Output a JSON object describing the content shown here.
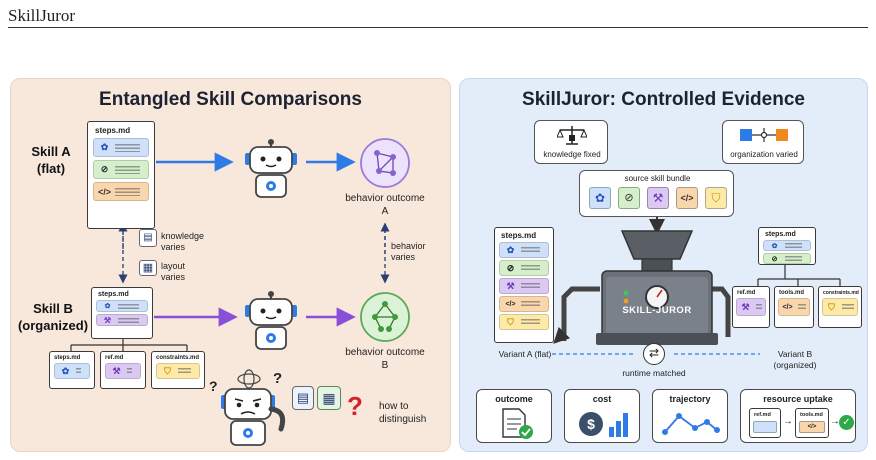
{
  "header": {
    "title": "SkillJuror"
  },
  "left_panel": {
    "title": "Entangled Skill Comparisons",
    "skill_a_label": "Skill A",
    "skill_a_sub": "(flat)",
    "skill_b_label": "Skill B",
    "skill_b_sub": "(organized)",
    "steps_doc_a": "steps.md",
    "steps_doc_b": "steps.md",
    "sub_doc_1": "steps.md",
    "sub_doc_2": "ref.md",
    "sub_doc_3": "constraints.md",
    "knowledge_varies": "knowledge varies",
    "layout_varies": "layout varies",
    "behavior_varies": "behavior varies",
    "outcome_a": "behavior outcome A",
    "outcome_b": "behavior outcome B",
    "question_mark": "?",
    "how_to_distinguish": "how to distinguish"
  },
  "right_panel": {
    "title": "SkillJuror: Controlled Evidence",
    "knowledge_fixed": "knowledge fixed",
    "organization_varied": "organization varied",
    "source_bundle": "source skill bundle",
    "machine_label": "SKILL-JUROR",
    "variant_a_doc": "steps.md",
    "variant_b_doc": "steps.md",
    "variant_b_sub_1": "ref.md",
    "variant_b_sub_2": "tools.md",
    "variant_b_sub_3": "constraints.md",
    "variant_a_label": "Variant A (flat)",
    "variant_b_label": "Variant B (organized)",
    "runtime_matched": "runtime matched",
    "metrics": [
      {
        "label": "outcome",
        "icon": "document-check-icon"
      },
      {
        "label": "cost",
        "icon": "dollar-bars-icon"
      },
      {
        "label": "trajectory",
        "icon": "trajectory-icon"
      },
      {
        "label": "resource uptake",
        "icon": "resource-flow-icon"
      }
    ],
    "uptake_ref": "ref.md",
    "uptake_tools": "tools.md"
  },
  "colors": {
    "left_bg": "#f8e8dc",
    "right_bg": "#e3edf9",
    "arrow_blue": "#2f7be6",
    "arrow_purple": "#8a4fd8",
    "outcome_a": "#b89be8",
    "outcome_b": "#7cc87c",
    "question_red": "#d4202a"
  }
}
